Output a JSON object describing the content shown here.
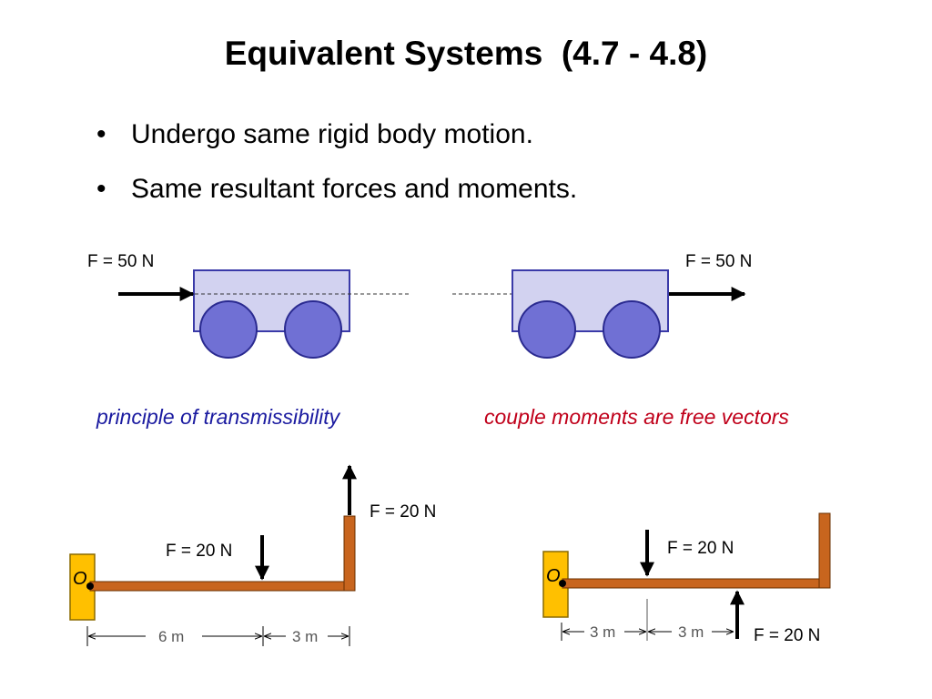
{
  "slide": {
    "title": "Equivalent Systems  (4.7 - 4.8)",
    "bullets": [
      "Undergo same rigid body motion.",
      "Same resultant forces and moments."
    ],
    "bullet_glyph": "•"
  },
  "carts": {
    "left": {
      "force_label": "F = 50 N",
      "caption": "principle of transmissibility"
    },
    "right": {
      "force_label": "F = 50 N",
      "caption": "couple moments are free vectors"
    }
  },
  "beams": {
    "left": {
      "point_label": "O",
      "down_force_label": "F = 20 N",
      "up_force_label": "F = 20 N",
      "dims": [
        "6 m",
        "3 m"
      ]
    },
    "right": {
      "point_label": "O",
      "down_force_label": "F = 20 N",
      "up_force_label": "F = 20 N",
      "dims": [
        "3 m",
        "3 m"
      ]
    }
  },
  "colors": {
    "cart_body": "#d2d2f0",
    "wheel": "#7070d4",
    "beam": "#c8651e",
    "wall": "#ffc000",
    "caption_left": "#1a1aa0",
    "caption_right": "#c0001a"
  }
}
